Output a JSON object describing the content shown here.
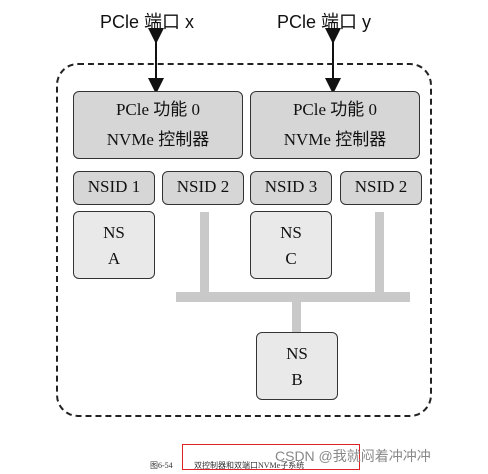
{
  "ports": {
    "x_label": "PCle 端口 x",
    "y_label": "PCle 端口 y"
  },
  "controllers": [
    {
      "line1": "PCle 功能 0",
      "line2": "NVMe 控制器"
    },
    {
      "line1": "PCle 功能 0",
      "line2": "NVMe 控制器"
    }
  ],
  "nsids": [
    "NSID 1",
    "NSID 2",
    "NSID 3",
    "NSID 2"
  ],
  "namespaces": [
    {
      "line1": "NS",
      "line2": "A"
    },
    {
      "line1": "NS",
      "line2": "C"
    },
    {
      "line1": "NS",
      "line2": "B"
    }
  ],
  "caption": {
    "figure_number": "图6-54",
    "text": "双控制器和双端口NVMe子系统"
  },
  "watermark": "CSDN @我就闷着冲冲冲",
  "colors": {
    "box_fill": "#d6d6d6",
    "ns_fill": "#e9e9e9",
    "connector": "#c9c9c9",
    "caption_border": "#dd2222"
  }
}
